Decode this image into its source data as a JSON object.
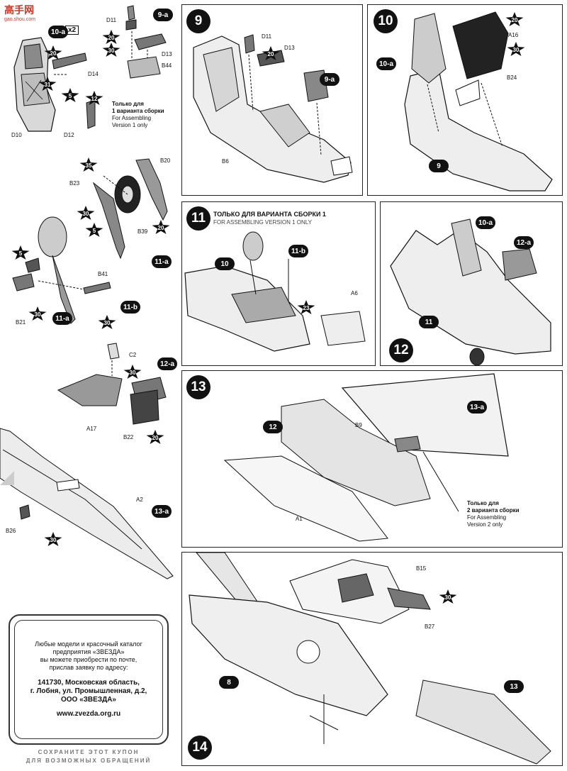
{
  "watermark": {
    "title": "高手网",
    "url": "gao.shou.com"
  },
  "left_column": {
    "step_10a": {
      "tag": "10-a",
      "qty": "x2",
      "labels": {
        "d14": "D14",
        "d10": "D10",
        "d12": "D12"
      },
      "stars": [
        "20",
        "31",
        "5",
        "12"
      ],
      "note_ru": "Только для",
      "note_ru2": "1 варианта сборки",
      "note_en": "For Assembling",
      "note_en2": "Version 1 only"
    },
    "step_9a": {
      "tag": "9-a",
      "labels": {
        "d11": "D11",
        "d13": "D13",
        "b44": "B44"
      },
      "stars": [
        "20",
        "30"
      ]
    },
    "step_11a": {
      "tag": "11-a",
      "labels": {
        "b20": "B20",
        "b23": "B23",
        "b39": "B39"
      },
      "stars": [
        "35",
        "30",
        "5",
        "20"
      ]
    },
    "step_11b": {
      "tag": "11-b",
      "sub": "11-a",
      "labels": {
        "b41": "B41",
        "b21": "B21"
      },
      "stars": [
        "5",
        "30",
        "30"
      ]
    },
    "step_12a": {
      "tag": "12-a",
      "labels": {
        "c2": "C2",
        "a17": "A17",
        "b22": "B22"
      },
      "stars": [
        "30",
        "20"
      ]
    },
    "step_13a": {
      "tag": "13-a",
      "labels": {
        "a2": "A2",
        "b26": "B26"
      },
      "stars": [
        "30"
      ]
    }
  },
  "coupon": {
    "line1": "Любые модели и красочный каталог",
    "line2": "предприятия «ЗВЕЗДА»",
    "line3": "вы можете приобрести по почте,",
    "line4": "прислав заявку по адресу:",
    "addr1": "141730, Московская область,",
    "addr2": "г. Лобня, ул. Промышленная, д.2,",
    "addr3": "ООО «ЗВЕЗДА»",
    "url": "www.zvezda.org.ru",
    "foot1": "СОХРАНИТЕ ЭТОТ КУПОН",
    "foot2": "ДЛЯ ВОЗМОЖНЫХ ОБРАЩЕНИЙ"
  },
  "step9": {
    "num": "9",
    "labels": {
      "d11": "D11",
      "d13": "D13",
      "b6": "B6"
    },
    "sub": "9-a",
    "star": "20"
  },
  "step10": {
    "num": "10",
    "labels": {
      "a16": "A16",
      "b24": "B24"
    },
    "sub": "10-a",
    "parent": "9",
    "stars": [
      "20",
      "30"
    ]
  },
  "step11": {
    "num": "11",
    "header_ru": "ТОЛЬКО ДЛЯ ВАРИАНТА СБОРКИ 1",
    "header_en": "FOR ASSEMBLING VERSION 1 ONLY",
    "labels": {
      "a6": "A6"
    },
    "parent": "10",
    "sub": "11-b",
    "star": "23"
  },
  "step12": {
    "num": "12",
    "parent": "11",
    "subs": [
      "10-a",
      "12-a"
    ]
  },
  "step13": {
    "num": "13",
    "labels": {
      "b9": "B9",
      "a1": "A1"
    },
    "parent": "12",
    "sub": "13-a",
    "note_ru": "Только для",
    "note_ru2": "2 варианта сборки",
    "note_en": "For Assembling",
    "note_en2": "Version 2 only"
  },
  "step14": {
    "num": "14",
    "labels": {
      "b15": "B15",
      "b27": "B27"
    },
    "parent8": "8",
    "parent13": "13",
    "star": "30"
  }
}
